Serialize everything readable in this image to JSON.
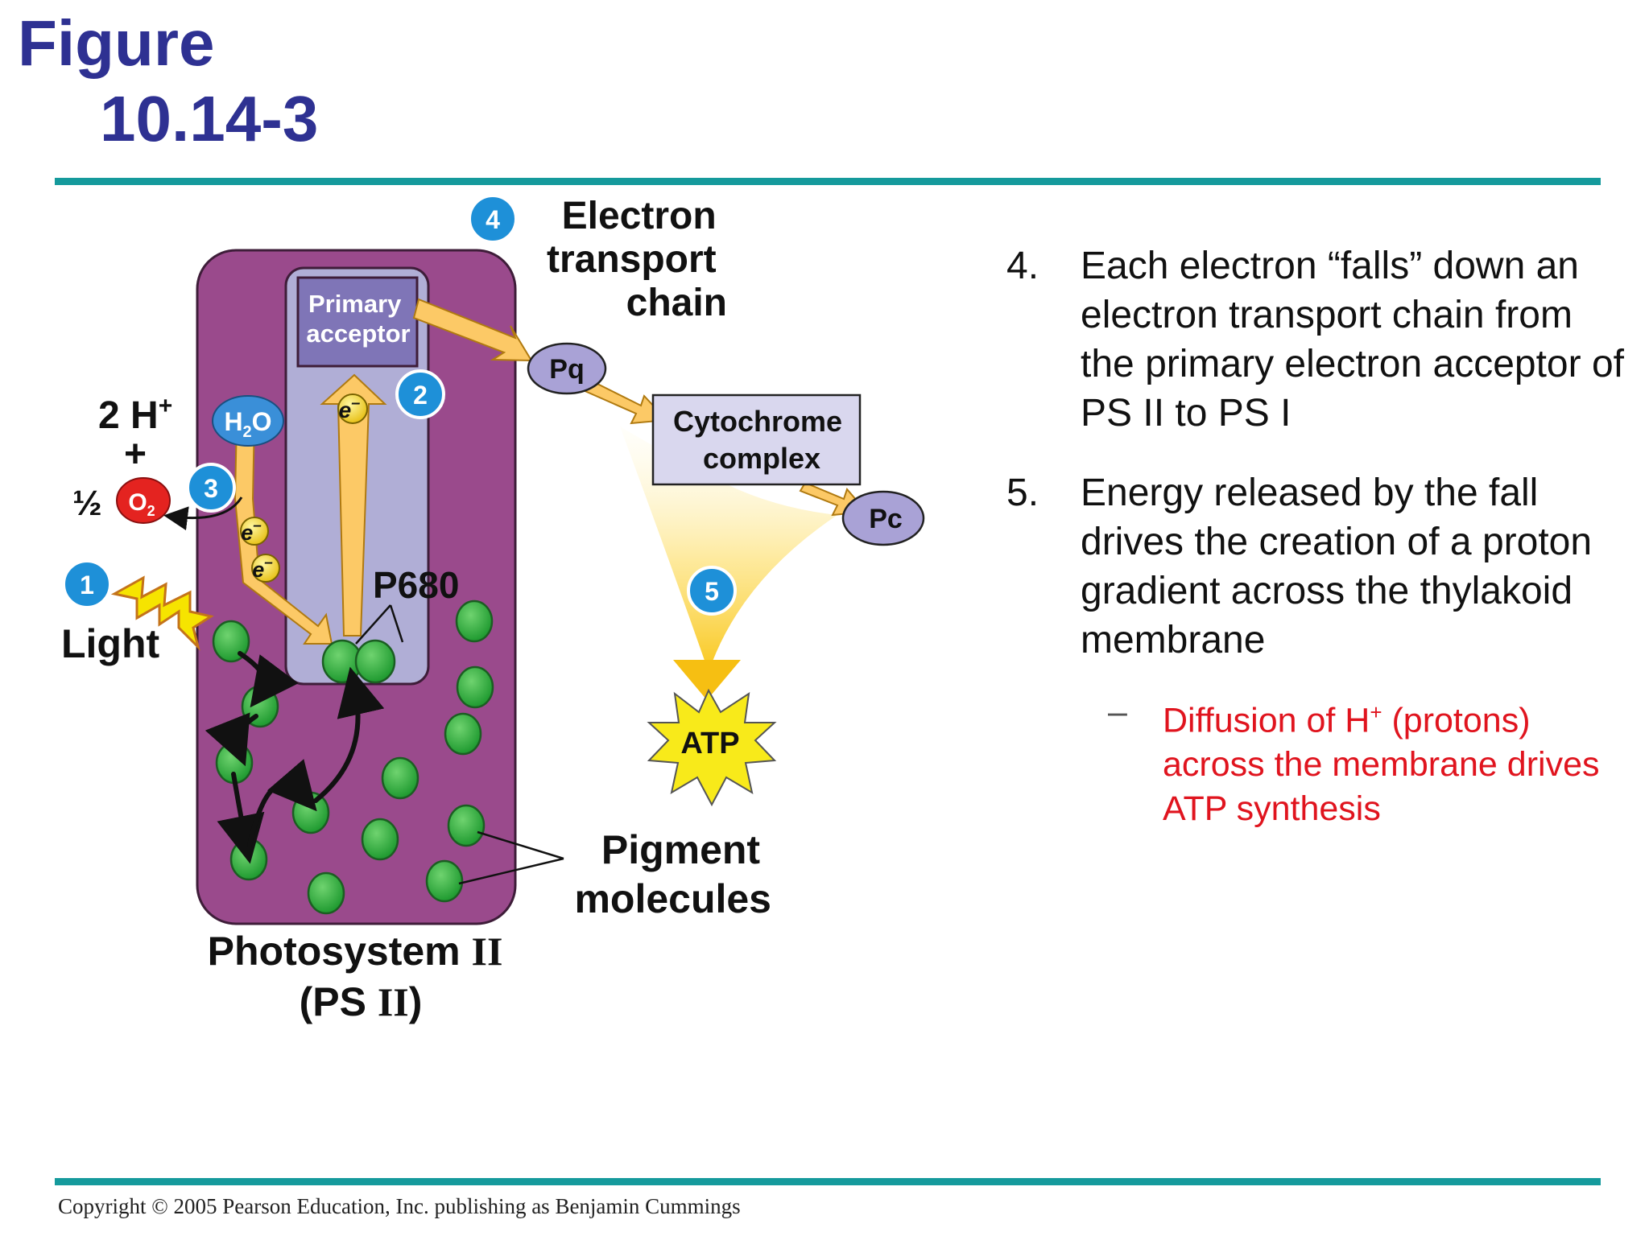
{
  "title": {
    "line1": "Figure",
    "line2": "10.14-3"
  },
  "diagram": {
    "step_badges": [
      "1",
      "2",
      "3",
      "4",
      "5"
    ],
    "etc_label": [
      "Electron",
      "transport",
      "chain"
    ],
    "primary_acceptor": [
      "Primary",
      "acceptor"
    ],
    "pq": "Pq",
    "cytochrome": [
      "Cytochrome",
      "complex"
    ],
    "pc": "Pc",
    "h2o": {
      "main": "H",
      "sub": "2",
      "end": "O"
    },
    "protons": {
      "main": "2 H",
      "sup": "+",
      "plus": "+"
    },
    "half": "½",
    "o2": {
      "main": "O",
      "sub": "2"
    },
    "electron": "e",
    "electron_sup": "–",
    "p680": "P680",
    "light": "Light",
    "atp": "ATP",
    "pigment": [
      "Pigment",
      "molecules"
    ],
    "photosystem": [
      "Photosystem",
      "II",
      "(PS ",
      "II",
      ")"
    ]
  },
  "notes": {
    "items": [
      {
        "num": "4.",
        "text": "Each electron “falls” down an electron transport chain from the primary electron acceptor of PS II to PS I"
      },
      {
        "num": "5.",
        "text": "Energy released by the fall drives the creation of a proton gradient across the thylakoid membrane"
      }
    ],
    "sub": {
      "dash": "–",
      "pre": "Diffusion of H",
      "sup": "+",
      "post": " (protons) across the membrane drives ATP synthesis"
    }
  },
  "copyright": "Copyright © 2005 Pearson Education, Inc. publishing as Benjamin Cummings",
  "colors": {
    "title": "#2e3192",
    "rule": "#159a9c",
    "membrane": "#9a4a8c",
    "inner_box": "#b0aed6",
    "pigment": "#3bb34a",
    "badge": "#1e90d8",
    "red_text": "#e0141e"
  }
}
